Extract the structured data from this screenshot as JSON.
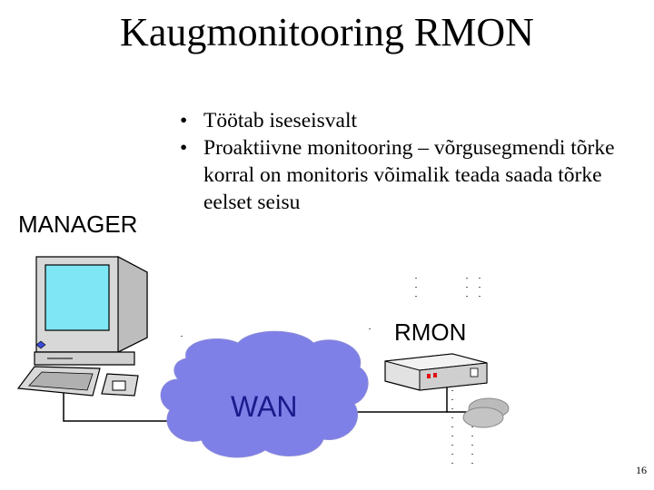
{
  "title": "Kaugmonitooring RMON",
  "bullets": [
    "Töötab iseseisvalt",
    "Proaktiivne monitooring – võrgusegmendi tõrke korral on monitoris võimalik teada saada tõrke eelset seisu"
  ],
  "bullet_char": "•",
  "labels": {
    "manager": "MANAGER",
    "rmon": "RMON",
    "wan": "WAN"
  },
  "page_number": "16",
  "colors": {
    "cloud": "#7f7fe8",
    "screen": "#7fe6f5",
    "wan_text": "#1a1a8c"
  }
}
